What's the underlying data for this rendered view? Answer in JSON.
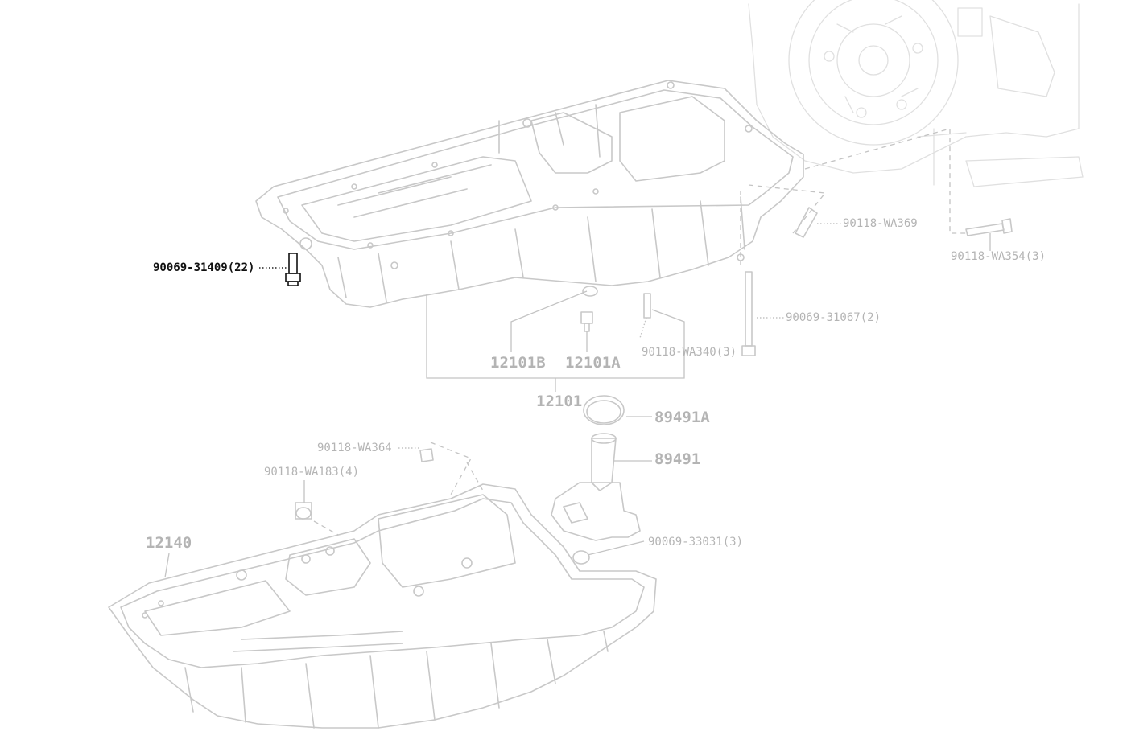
{
  "diagram": {
    "highlight_color": "#111111",
    "muted_color": "#b4b4b4",
    "parts": {
      "bolt_highlight": "90069-31409(22)",
      "bolt_wa369": "90118-WA369",
      "bolt_wa354": "90118-WA354(3)",
      "bolt_31067": "90069-31067(2)",
      "bolt_wa340": "90118-WA340(3)",
      "part_12101b": "12101B",
      "part_12101a": "12101A",
      "part_12101": "12101",
      "gasket_89491a": "89491A",
      "sensor_89491": "89491",
      "bolt_wa364": "90118-WA364",
      "bolt_wa183": "90118-WA183(4)",
      "oil_pan_12140": "12140",
      "bolt_33031": "90069-33031(3)"
    }
  }
}
